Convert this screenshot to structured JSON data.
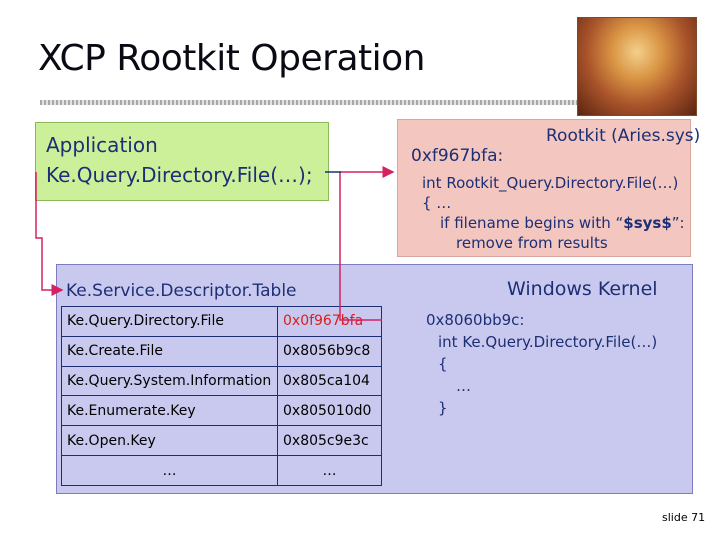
{
  "slide": {
    "title": "XCP Rootkit Operation",
    "number": "slide 71"
  },
  "application_box": {
    "line1": "Application",
    "line2": "Ke.Query.Directory.File(…);"
  },
  "rootkit_box": {
    "title": "Rootkit (Aries.sys)",
    "address": "0xf967bfa:",
    "line1": "int Rootkit_Query.Directory.File(…)",
    "line2": "{ …",
    "line3_prefix": "if filename begins with “",
    "line3_bold": "$sys$",
    "line3_suffix": "”:",
    "line4": "remove from results"
  },
  "kernel_box": {
    "title": "Windows Kernel",
    "table_title": "Ke.Service.Descriptor.Table",
    "table": [
      {
        "name": "Ke.Query.Directory.File",
        "address": "0x0f967bfa",
        "hooked": true
      },
      {
        "name": "Ke.Create.File",
        "address": "0x8056b9c8",
        "hooked": false
      },
      {
        "name": "Ke.Query.System.Information",
        "address": "0x805ca104",
        "hooked": false
      },
      {
        "name": "Ke.Enumerate.Key",
        "address": "0x805010d0",
        "hooked": false
      },
      {
        "name": "Ke.Open.Key",
        "address": "0x805c9e3c",
        "hooked": false
      },
      {
        "name": "…",
        "address": "…",
        "hooked": false
      }
    ],
    "code_address": "0x8060bb9c:",
    "code_line1": "int Ke.Query.Directory.File(…)",
    "code_line2": "{",
    "code_line3": "…",
    "code_line4": "}"
  },
  "colors": {
    "application_fill": "#ccf09a",
    "rootkit_fill": "#f4c6c0",
    "kernel_fill": "#c9c9ef",
    "text_blue": "#1d2f74",
    "arrow_red": "#d62060",
    "hooked_red": "#d62020"
  }
}
